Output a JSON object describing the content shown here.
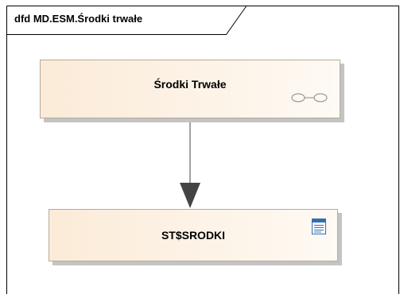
{
  "frame": {
    "title": "dfd MD.ESM.Środki trwałe"
  },
  "nodes": [
    {
      "label": "Środki Trwałe",
      "icon": "association-icon"
    },
    {
      "label": "ST$SRODKI",
      "icon": "table-icon"
    }
  ],
  "connector": {
    "type": "dependency-arrow",
    "from": "Środki Trwałe",
    "to": "ST$SRODKI"
  },
  "colors": {
    "node_fill_left": "#fbebd8",
    "node_fill_right": "#fefaf4",
    "node_border": "#b8ab95",
    "node_shadow": "#c4c4c4",
    "arrow": "#444444",
    "table_icon_blue": "#2f6fb4"
  }
}
